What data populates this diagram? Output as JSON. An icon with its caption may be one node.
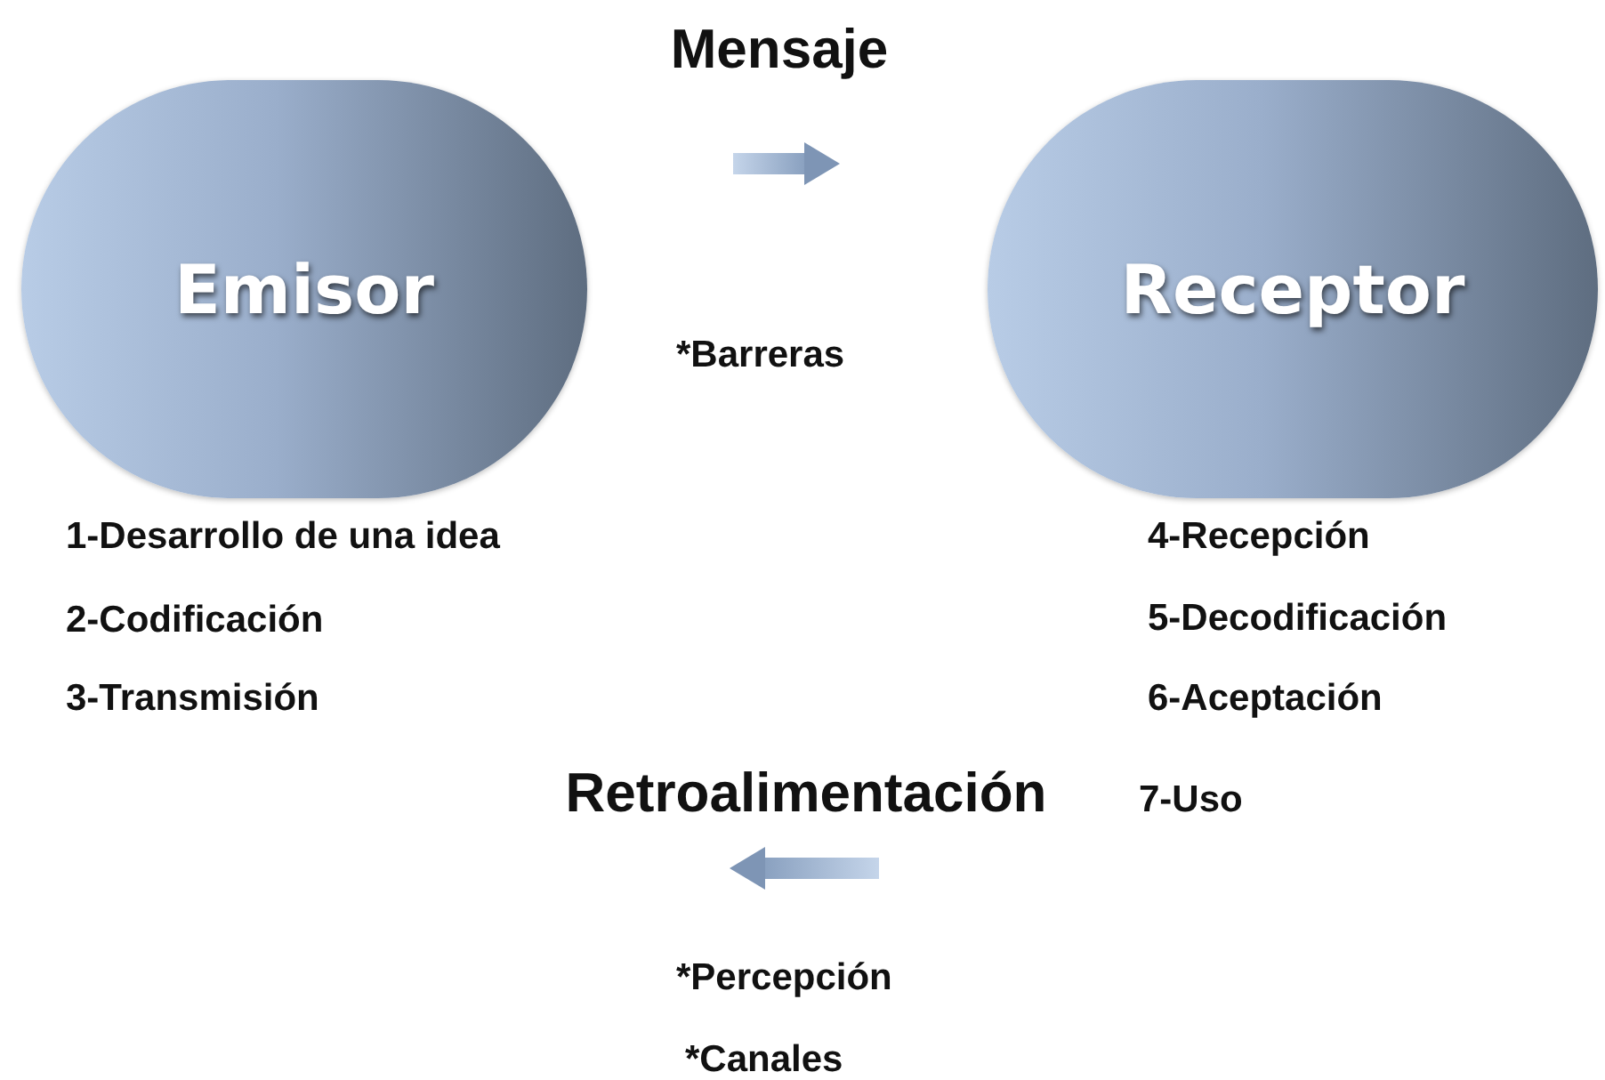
{
  "diagram": {
    "nodes": [
      {
        "text": [
          "Emisor"
        ],
        "beside": [
          "1-Desarrollo de una idea",
          "2-Codificación",
          "3-Transmisión"
        ]
      },
      {
        "text": [
          "Receptor"
        ],
        "beside": [
          "4-Recepción",
          "5-Decodificación",
          "6-Aceptación",
          "7-Uso"
        ]
      }
    ],
    "labels": [
      "Mensaje",
      "*Barreras",
      "Retroalimentación",
      "*Percepción",
      "*Canales"
    ]
  }
}
